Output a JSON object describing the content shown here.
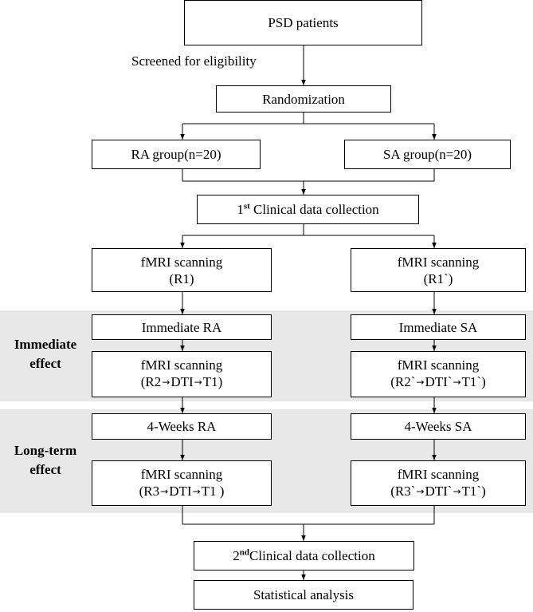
{
  "flowchart": {
    "start": "PSD patients",
    "screening_note": "Screened for eligibility",
    "randomization": "Randomization",
    "ra_group": "RA group(n=20)",
    "sa_group": "SA group(n=20)",
    "clinical1": {
      "ordinal": "1",
      "sup": "st",
      "text": "Clinical data collection"
    },
    "ra_scan1": {
      "line1": "fMRI scanning",
      "line2": "(R1)"
    },
    "sa_scan1": {
      "line1": "fMRI scanning",
      "line2": "(R1`)"
    },
    "immediate_effect": {
      "line1": "Immediate",
      "line2": "effect"
    },
    "ra_immediate": "Immediate RA",
    "sa_immediate": "Immediate SA",
    "ra_scan2": {
      "line1": "fMRI scanning",
      "seq": [
        "(R2",
        "DTI",
        "T1)"
      ]
    },
    "sa_scan2": {
      "line1": "fMRI scanning",
      "seq": [
        "(R2`",
        "DTI`",
        "T1`)"
      ]
    },
    "long_term_effect": {
      "line1": "Long-term",
      "line2": "effect"
    },
    "ra_4weeks": "4-Weeks RA",
    "sa_4weeks": "4-Weeks SA",
    "ra_scan3": {
      "line1": "fMRI scanning",
      "seq": [
        "(R3",
        "DTI",
        "T1 )"
      ]
    },
    "sa_scan3": {
      "line1": "fMRI scanning",
      "seq": [
        "(R3`",
        "DTI`",
        "T1`)"
      ]
    },
    "clinical2": {
      "ordinal": "2",
      "sup": "nd",
      "text": "Clinical data collection"
    },
    "analysis": "Statistical analysis",
    "arrow_glyph": "→"
  },
  "colors": {
    "band": "#e8e8e8",
    "box_border": "#000000",
    "line": "#000000"
  }
}
